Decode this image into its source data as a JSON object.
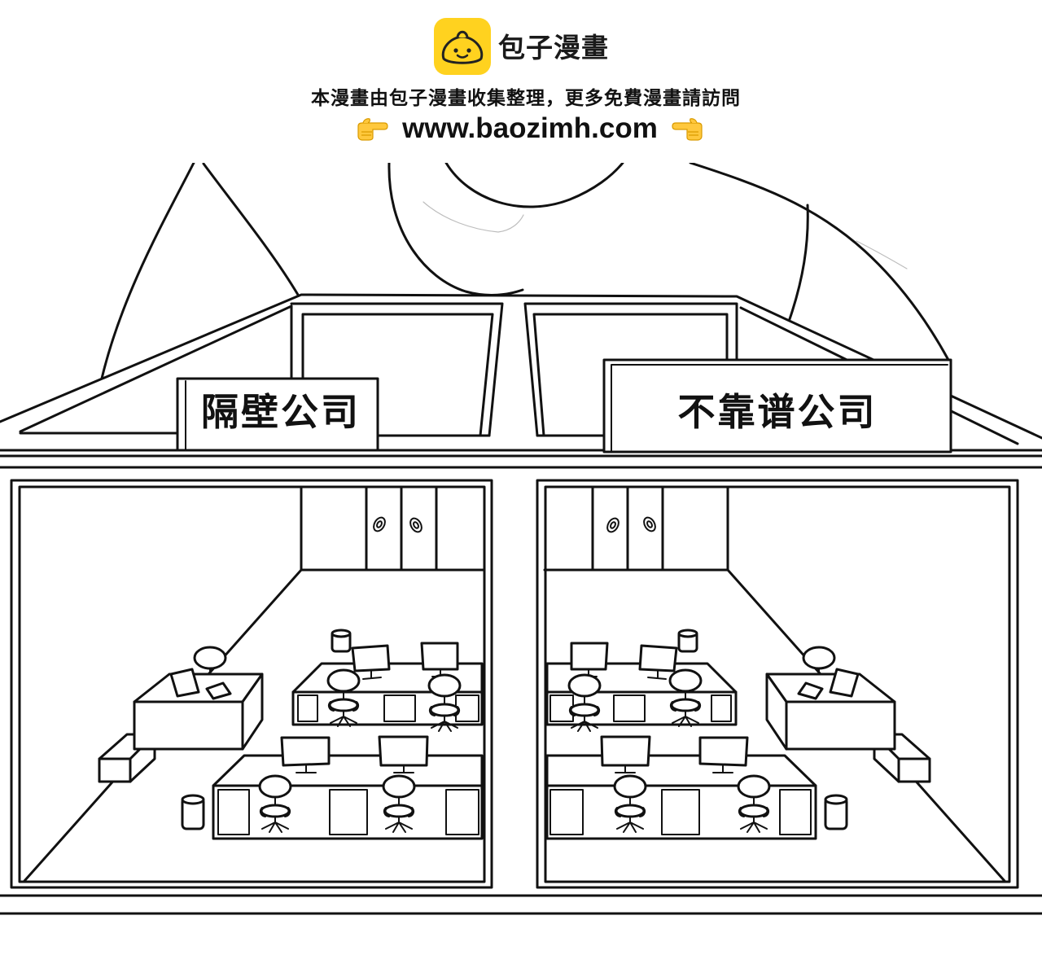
{
  "header": {
    "logo_icon": "bun-logo-icon",
    "logo_text": "包子漫畫",
    "notice": "本漫畫由包子漫畫收集整理，更多免費漫畫請訪問",
    "url": "www.baozimh.com",
    "left_hand_icon": "pointing-right-hand-icon",
    "right_hand_icon": "pointing-left-hand-icon"
  },
  "comic": {
    "sign_left": "隔壁公司",
    "sign_right": "不靠谱公司"
  },
  "colors": {
    "logo_yellow": "#FFD21F",
    "hand_yellow": "#FFC83D",
    "ink": "#111111",
    "background": "#FFFFFF"
  }
}
